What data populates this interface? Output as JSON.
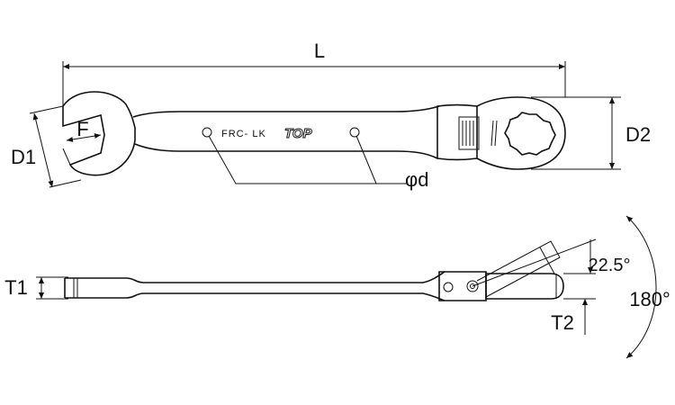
{
  "dimensions": {
    "length": "L",
    "open_end_width": "D1",
    "ring_end_width": "D2",
    "hole_diameter": "φd",
    "open_end_size": "F",
    "open_end_thickness": "T1",
    "ring_end_thickness": "T2",
    "ratchet_angle": "22.5°",
    "swing_angle": "180°"
  },
  "stamp": {
    "model": "FRC- LK",
    "brand": "TOP"
  },
  "colors": {
    "line": "#111111",
    "background": "#ffffff",
    "face": "#e8e8e8"
  }
}
